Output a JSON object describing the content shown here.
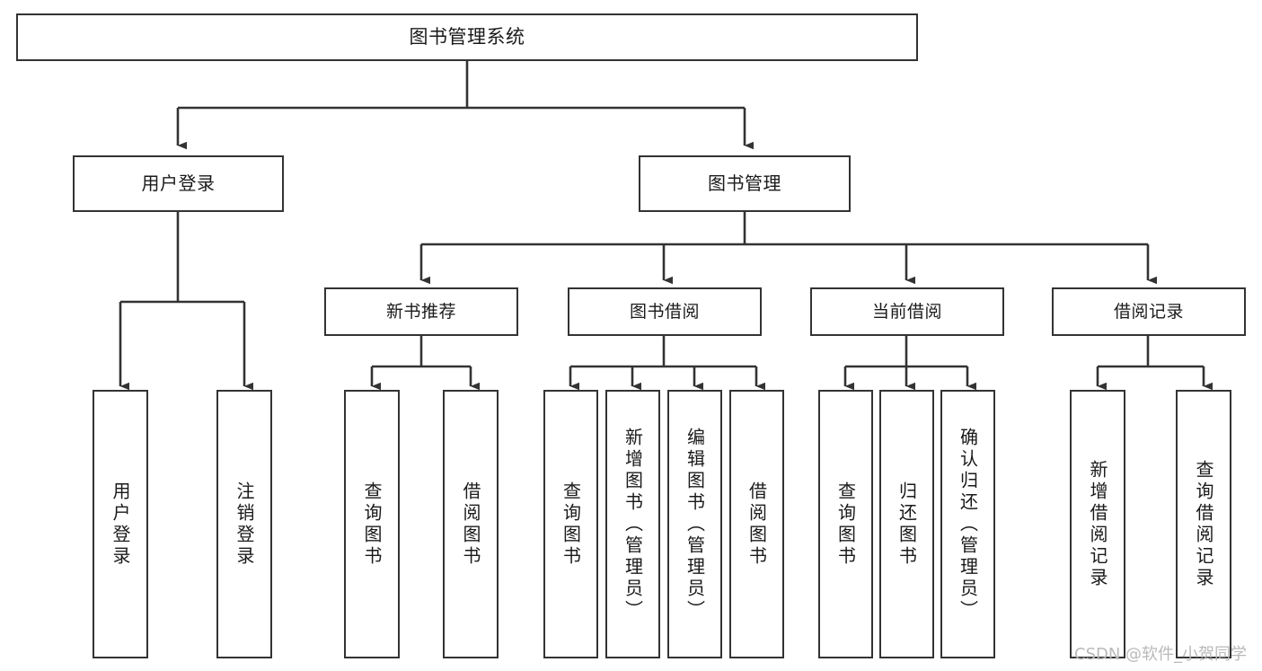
{
  "diagram": {
    "title": "图书管理系统",
    "type": "tree",
    "stroke_color": "#333333",
    "text_color": "#1a1a1a",
    "background": "#ffffff"
  },
  "nodes": {
    "root": {
      "label": "图书管理系统",
      "level": 1
    },
    "l2": [
      {
        "id": "user-login",
        "label": "用户登录",
        "level": 2
      },
      {
        "id": "book-manage",
        "label": "图书管理",
        "level": 2
      }
    ],
    "l3": [
      {
        "id": "new-book-recommend",
        "label": "新书推荐",
        "level": 3
      },
      {
        "id": "book-borrow",
        "label": "图书借阅",
        "level": 3
      },
      {
        "id": "current-borrow",
        "label": "当前借阅",
        "level": 3
      },
      {
        "id": "borrow-record",
        "label": "借阅记录",
        "level": 3
      }
    ],
    "leaves": [
      {
        "id": "leaf-user-login",
        "label": "用户登录",
        "parent": "user-login"
      },
      {
        "id": "leaf-user-logout",
        "label": "注销登录",
        "parent": "user-login"
      },
      {
        "id": "leaf-query-book-1",
        "label": "查询图书",
        "parent": "new-book-recommend"
      },
      {
        "id": "leaf-borrow-book-1",
        "label": "借阅图书",
        "parent": "new-book-recommend"
      },
      {
        "id": "leaf-query-book-2",
        "label": "查询图书",
        "parent": "book-borrow"
      },
      {
        "id": "leaf-add-book",
        "label": "新增图书（管理员）",
        "parent": "book-borrow"
      },
      {
        "id": "leaf-edit-book",
        "label": "编辑图书（管理员）",
        "parent": "book-borrow"
      },
      {
        "id": "leaf-borrow-book-2",
        "label": "借阅图书",
        "parent": "book-borrow"
      },
      {
        "id": "leaf-query-book-3",
        "label": "查询图书",
        "parent": "current-borrow"
      },
      {
        "id": "leaf-return-book",
        "label": "归还图书",
        "parent": "current-borrow"
      },
      {
        "id": "leaf-confirm-return",
        "label": "确认归还（管理员）",
        "parent": "current-borrow"
      },
      {
        "id": "leaf-add-record",
        "label": "新增借阅记录",
        "parent": "borrow-record"
      },
      {
        "id": "leaf-query-record",
        "label": "查询借阅记录",
        "parent": "borrow-record"
      }
    ]
  },
  "watermark": {
    "text": "CSDN @软件_小贺同学"
  }
}
